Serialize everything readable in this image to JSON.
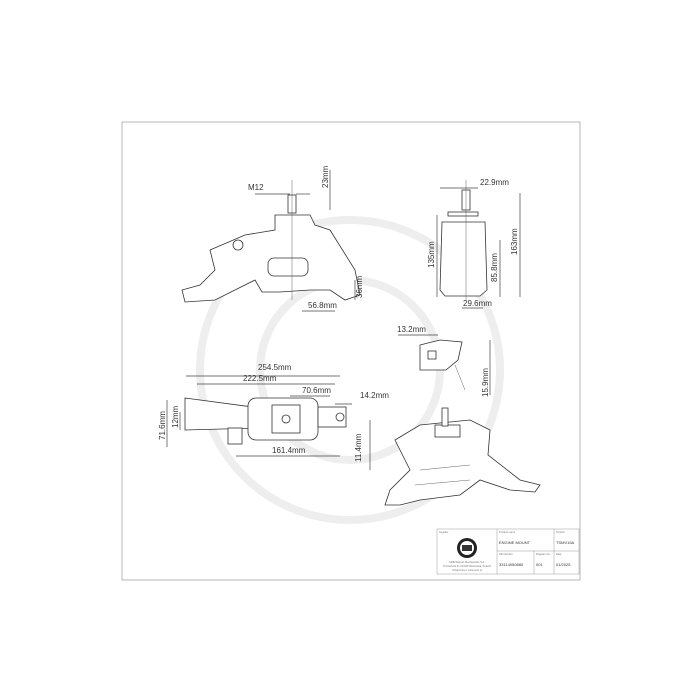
{
  "drawing": {
    "dimensions": {
      "front": [
        "M12",
        "23mm",
        "36mm",
        "56.8mm"
      ],
      "side": [
        "22.9mm",
        "135mm",
        "163mm",
        "85.8mm",
        "29.6mm"
      ],
      "detail": [
        "13.2mm",
        "15.9mm"
      ],
      "top": [
        "254.5mm",
        "222.5mm",
        "70.6mm",
        "14.2mm",
        "71.6mm",
        "12mm",
        "161.4mm",
        "11.4mm"
      ]
    }
  },
  "title_block": {
    "supplier_label": "Supplier",
    "supplier_lines": [
      "SMB Wojnart Mechanicals S.A.",
      "Poznańska 61 00-000 Warszawa, Poland",
      "info@smb.pl, www.smb.pl"
    ],
    "product_name_label": "Product name",
    "product_name": "ENGINE MOUNT",
    "symbol_label": "Symbol",
    "symbol": "TSMV15A",
    "oe_number_label": "OE Number",
    "oe_number": "33114050880",
    "diagram_no_label": "Diagram No.",
    "diagram_no": "001",
    "date_label": "Date",
    "date": "01/2025"
  }
}
